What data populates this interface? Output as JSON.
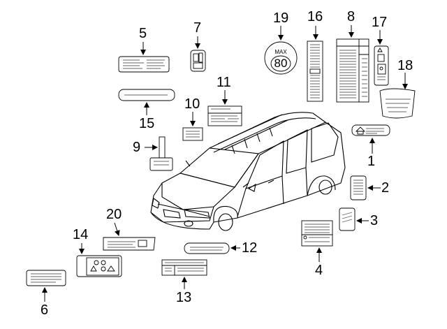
{
  "diagram": {
    "callouts": [
      {
        "id": "c1",
        "label": "1"
      },
      {
        "id": "c2",
        "label": "2"
      },
      {
        "id": "c3",
        "label": "3"
      },
      {
        "id": "c4",
        "label": "4"
      },
      {
        "id": "c5",
        "label": "5"
      },
      {
        "id": "c6",
        "label": "6"
      },
      {
        "id": "c7",
        "label": "7"
      },
      {
        "id": "c8",
        "label": "8"
      },
      {
        "id": "c9",
        "label": "9"
      },
      {
        "id": "c10",
        "label": "10"
      },
      {
        "id": "c11",
        "label": "11"
      },
      {
        "id": "c12",
        "label": "12"
      },
      {
        "id": "c13",
        "label": "13"
      },
      {
        "id": "c14",
        "label": "14"
      },
      {
        "id": "c15",
        "label": "15"
      },
      {
        "id": "c16",
        "label": "16"
      },
      {
        "id": "c17",
        "label": "17"
      },
      {
        "id": "c18",
        "label": "18"
      },
      {
        "id": "c19",
        "label": "19"
      },
      {
        "id": "c20",
        "label": "20"
      }
    ],
    "speed_label": {
      "max_text": "MAX",
      "value": "80"
    }
  },
  "colors": {
    "line": "#000000",
    "background": "#ffffff",
    "text_lines": "#555555"
  }
}
